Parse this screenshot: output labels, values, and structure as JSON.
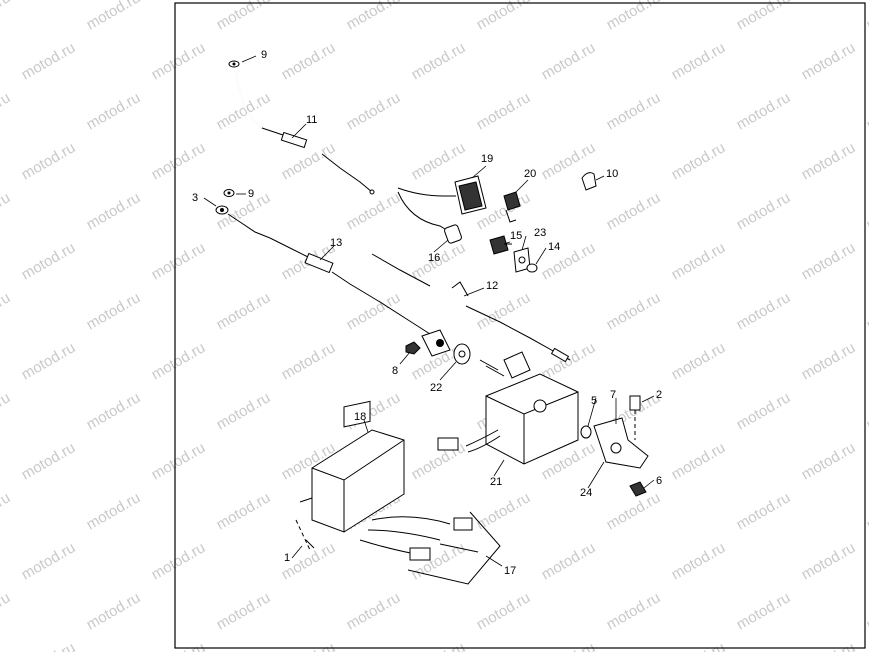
{
  "watermark": {
    "text": "motod.ru"
  },
  "callouts": [
    {
      "id": "9a",
      "text": "9"
    },
    {
      "id": "11",
      "text": "11"
    },
    {
      "id": "3",
      "text": "3"
    },
    {
      "id": "9b",
      "text": "9"
    },
    {
      "id": "19",
      "text": "19"
    },
    {
      "id": "20",
      "text": "20"
    },
    {
      "id": "10",
      "text": "10"
    },
    {
      "id": "13",
      "text": "13"
    },
    {
      "id": "16",
      "text": "16"
    },
    {
      "id": "15",
      "text": "15"
    },
    {
      "id": "23",
      "text": "23"
    },
    {
      "id": "14",
      "text": "14"
    },
    {
      "id": "12",
      "text": "12"
    },
    {
      "id": "8",
      "text": "8"
    },
    {
      "id": "22",
      "text": "22"
    },
    {
      "id": "18",
      "text": "18"
    },
    {
      "id": "5",
      "text": "5"
    },
    {
      "id": "7",
      "text": "7"
    },
    {
      "id": "2",
      "text": "2"
    },
    {
      "id": "21",
      "text": "21"
    },
    {
      "id": "24",
      "text": "24"
    },
    {
      "id": "6",
      "text": "6"
    },
    {
      "id": "1",
      "text": "1"
    },
    {
      "id": "17",
      "text": "17"
    }
  ]
}
